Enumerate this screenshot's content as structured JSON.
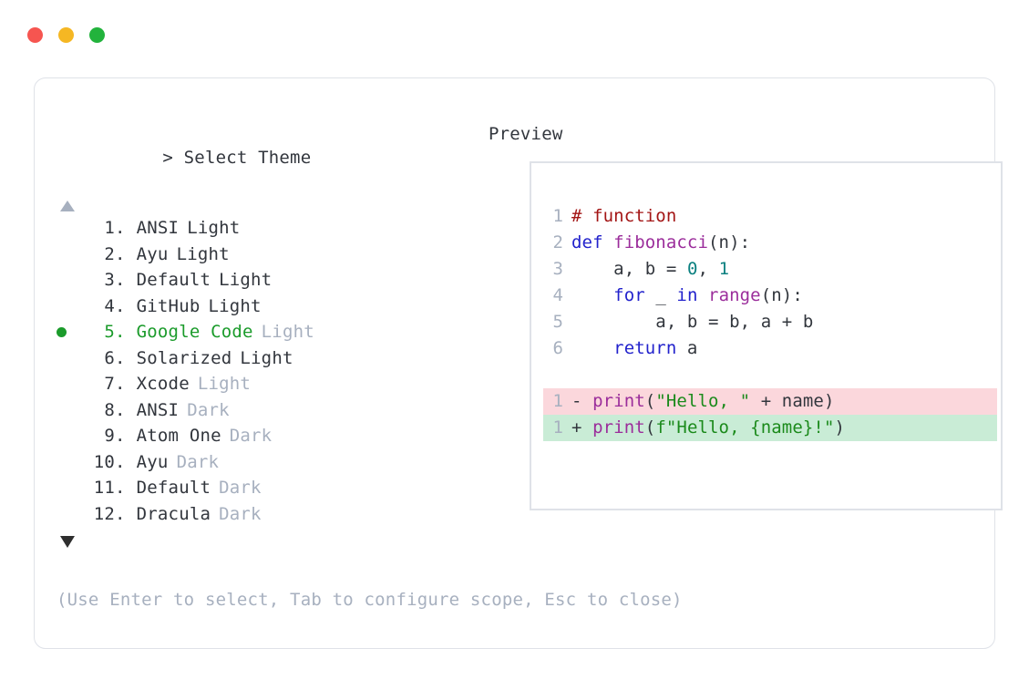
{
  "window": {
    "traffic_lights": [
      {
        "name": "close",
        "color": "#f65550"
      },
      {
        "name": "minimize",
        "color": "#f5b723"
      },
      {
        "name": "maximize",
        "color": "#22b33c"
      }
    ]
  },
  "prompt": {
    "caret": ">",
    "title": "Select Theme"
  },
  "scroll": {
    "up_icon": "triangle-up-icon",
    "down_icon": "triangle-down-icon",
    "up_color": "#a7b0bf",
    "down_color": "#2e2e2e"
  },
  "selection": {
    "selected_index": 5,
    "bullet_color": "#1b9b2b",
    "selected_color": "#1b9b2b"
  },
  "themes": [
    {
      "index": "1.",
      "name": "ANSI",
      "variant": "Light",
      "variant_strong": true,
      "selected": false
    },
    {
      "index": "2.",
      "name": "Ayu",
      "variant": "Light",
      "variant_strong": true,
      "selected": false
    },
    {
      "index": "3.",
      "name": "Default",
      "variant": "Light",
      "variant_strong": true,
      "selected": false
    },
    {
      "index": "4.",
      "name": "GitHub",
      "variant": "Light",
      "variant_strong": true,
      "selected": false
    },
    {
      "index": "5.",
      "name": "Google Code",
      "variant": "Light",
      "variant_strong": false,
      "selected": true
    },
    {
      "index": "6.",
      "name": "Solarized",
      "variant": "Light",
      "variant_strong": true,
      "selected": false
    },
    {
      "index": "7.",
      "name": "Xcode",
      "variant": "Light",
      "variant_strong": false,
      "selected": false
    },
    {
      "index": "8.",
      "name": "ANSI",
      "variant": "Dark",
      "variant_strong": false,
      "selected": false
    },
    {
      "index": "9.",
      "name": "Atom One",
      "variant": "Dark",
      "variant_strong": false,
      "selected": false
    },
    {
      "index": "10.",
      "name": "Ayu",
      "variant": "Dark",
      "variant_strong": false,
      "selected": false
    },
    {
      "index": "11.",
      "name": "Default",
      "variant": "Dark",
      "variant_strong": false,
      "selected": false
    },
    {
      "index": "12.",
      "name": "Dracula",
      "variant": "Dark",
      "variant_strong": false,
      "selected": false
    }
  ],
  "preview": {
    "title": "Preview",
    "code_lines": [
      {
        "number": "1",
        "kind": "normal",
        "tokens": [
          {
            "text": "# function",
            "cls": "t-com"
          }
        ]
      },
      {
        "number": "2",
        "kind": "normal",
        "tokens": [
          {
            "text": "def ",
            "cls": "t-kw"
          },
          {
            "text": "fibonacci",
            "cls": "t-fn"
          },
          {
            "text": "(n):",
            "cls": "t-punc"
          }
        ]
      },
      {
        "number": "3",
        "kind": "normal",
        "tokens": [
          {
            "text": "    a, b = ",
            "cls": "t-plain"
          },
          {
            "text": "0",
            "cls": "t-num"
          },
          {
            "text": ", ",
            "cls": "t-plain"
          },
          {
            "text": "1",
            "cls": "t-num"
          }
        ]
      },
      {
        "number": "4",
        "kind": "normal",
        "tokens": [
          {
            "text": "    ",
            "cls": "t-plain"
          },
          {
            "text": "for",
            "cls": "t-kw"
          },
          {
            "text": " _ ",
            "cls": "t-plain"
          },
          {
            "text": "in",
            "cls": "t-kw"
          },
          {
            "text": " ",
            "cls": "t-plain"
          },
          {
            "text": "range",
            "cls": "t-fn"
          },
          {
            "text": "(n):",
            "cls": "t-punc"
          }
        ]
      },
      {
        "number": "5",
        "kind": "normal",
        "tokens": [
          {
            "text": "        a, b = b, a + b",
            "cls": "t-plain"
          }
        ]
      },
      {
        "number": "6",
        "kind": "normal",
        "tokens": [
          {
            "text": "    ",
            "cls": "t-plain"
          },
          {
            "text": "return",
            "cls": "t-kw"
          },
          {
            "text": " a",
            "cls": "t-plain"
          }
        ]
      },
      {
        "kind": "spacer"
      },
      {
        "number": "1",
        "kind": "del",
        "tokens": [
          {
            "text": "- ",
            "cls": "t-diffmark"
          },
          {
            "text": "print",
            "cls": "t-fn"
          },
          {
            "text": "(",
            "cls": "t-punc"
          },
          {
            "text": "\"Hello, \"",
            "cls": "t-str"
          },
          {
            "text": " + name)",
            "cls": "t-plain"
          }
        ]
      },
      {
        "number": "1",
        "kind": "add",
        "tokens": [
          {
            "text": "+ ",
            "cls": "t-diffmark"
          },
          {
            "text": "print",
            "cls": "t-fn"
          },
          {
            "text": "(",
            "cls": "t-punc"
          },
          {
            "text": "f\"Hello, {name}!\"",
            "cls": "t-str"
          },
          {
            "text": ")",
            "cls": "t-punc"
          }
        ]
      }
    ],
    "diff_del_bg": "#fbd7dc",
    "diff_add_bg": "#c9ecd6"
  },
  "footer": {
    "help": "(Use Enter to select, Tab to configure scope, Esc to close)"
  }
}
